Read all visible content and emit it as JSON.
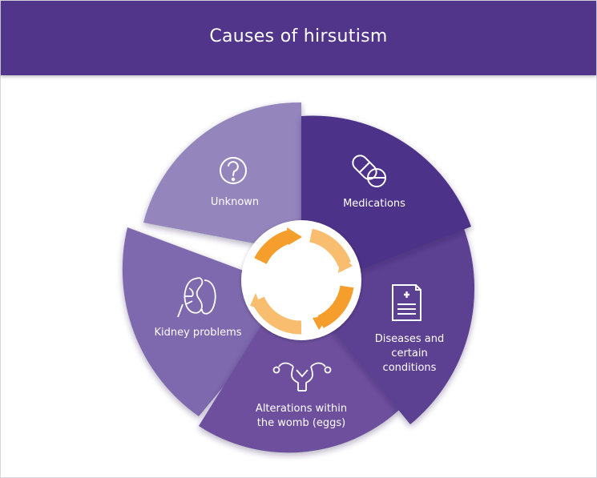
{
  "title": "Causes of hirsutism",
  "colors": {
    "header": "#51358a",
    "unknown": "#9486bd",
    "medications": "#4e3389",
    "diseases": "#5c3f92",
    "womb": "#6d4f9e",
    "kidney": "#7e67ae",
    "ring": "#f59e2c",
    "ring_light": "#f8bd6e"
  },
  "segments": {
    "unknown": {
      "label": "Unknown",
      "icon": "question-icon"
    },
    "medications": {
      "label": "Medications",
      "icon": "pills-icon"
    },
    "diseases": {
      "label_lines": [
        "Diseases and",
        "certain",
        "conditions"
      ],
      "icon": "medical-record-icon"
    },
    "womb": {
      "label_lines": [
        "Alterations within",
        "the womb (eggs)"
      ],
      "icon": "uterus-icon"
    },
    "kidney": {
      "label": "Kidney problems",
      "icon": "kidney-icon"
    }
  },
  "center": {
    "icon": "cycle-arrows-icon"
  }
}
